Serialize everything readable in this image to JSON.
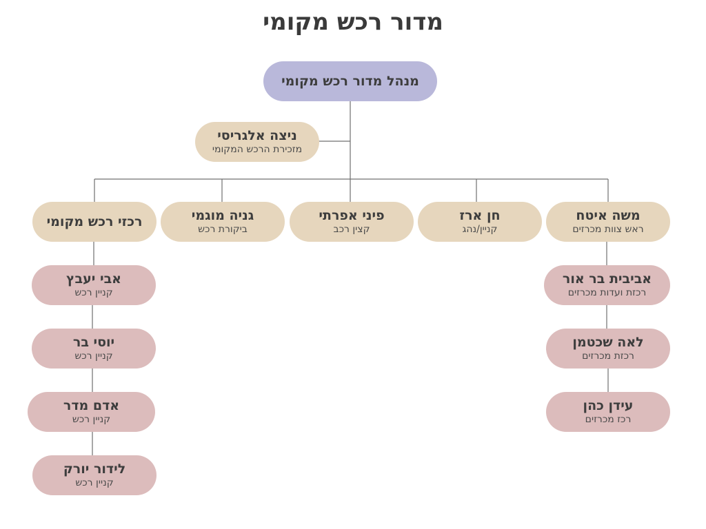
{
  "title": "מדור רכש מקומי",
  "colors": {
    "manager": "#b9b8da",
    "staff": "#e6d6bd",
    "sub_staff": "#dcbcbc",
    "lines": "#6f6f6f",
    "title_text": "#3a3a3a"
  },
  "manager": {
    "name": "מנהל מדור רכש מקומי"
  },
  "secretary": {
    "name": "ניצה אלגריסי",
    "role": "מזכירת הרכש המקומי"
  },
  "top_row": [
    {
      "name": "משה איטח",
      "role": "ראש צוות מכרזים"
    },
    {
      "name": "חן ארז",
      "role": "קניין/נהג"
    },
    {
      "name": "פיני אפרתי",
      "role": "קצין רכב"
    },
    {
      "name": "גניה מוגמי",
      "role": "ביקורת רכש"
    },
    {
      "name": "רכזי רכש מקומי"
    }
  ],
  "right_column": [
    {
      "name": "אביבית בר אור",
      "role": "רכזת ועדות מכרזים"
    },
    {
      "name": "לאה שכטמן",
      "role": "רכזת מכרזים"
    },
    {
      "name": "עידן כהן",
      "role": "רכז מכרזים"
    }
  ],
  "left_column": [
    {
      "name": "אבי יעבץ",
      "role": "קניין רכש"
    },
    {
      "name": "יוסי בר",
      "role": "קניין רכש"
    },
    {
      "name": "אדם מדר",
      "role": "קניין רכש"
    },
    {
      "name": "לידור יורק",
      "role": "קניין רכש"
    }
  ]
}
